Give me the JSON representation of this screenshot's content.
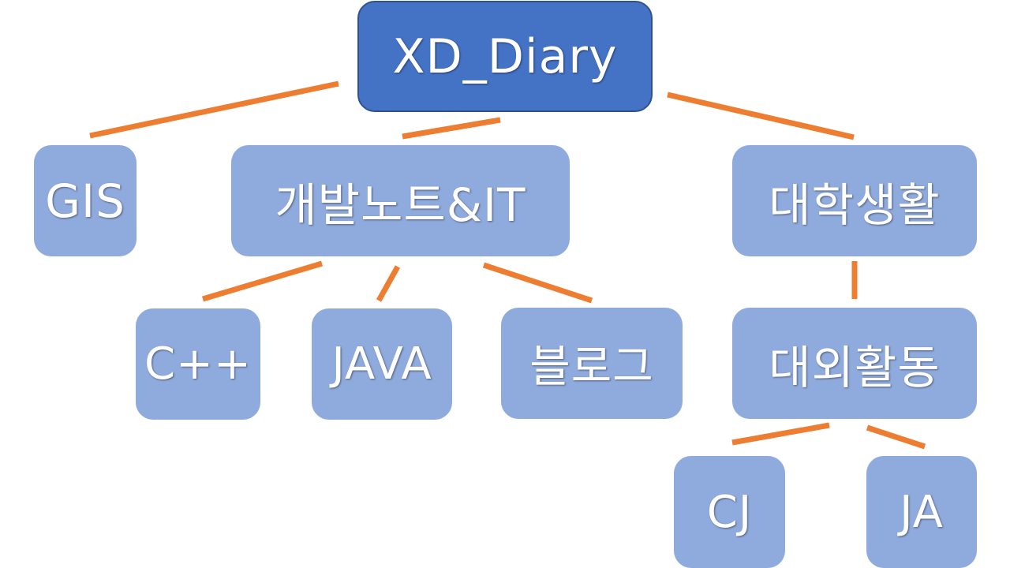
{
  "colors": {
    "root_fill": "#4472c4",
    "root_border": "#2f528f",
    "child_fill": "#8faadc",
    "connector": "#ed7d31",
    "text": "#ffffff"
  },
  "nodes": {
    "root": "XD_Diary",
    "gis": "GIS",
    "dev": "개발노트&IT",
    "univ": "대학생활",
    "cpp": "C++",
    "java": "JAVA",
    "blog": "블로그",
    "ext": "대외활동",
    "cj": "CJ",
    "ja": "JA"
  },
  "edges": [
    [
      "root",
      "gis"
    ],
    [
      "root",
      "dev"
    ],
    [
      "root",
      "univ"
    ],
    [
      "dev",
      "cpp"
    ],
    [
      "dev",
      "java"
    ],
    [
      "dev",
      "blog"
    ],
    [
      "univ",
      "ext"
    ],
    [
      "ext",
      "cj"
    ],
    [
      "ext",
      "ja"
    ]
  ]
}
